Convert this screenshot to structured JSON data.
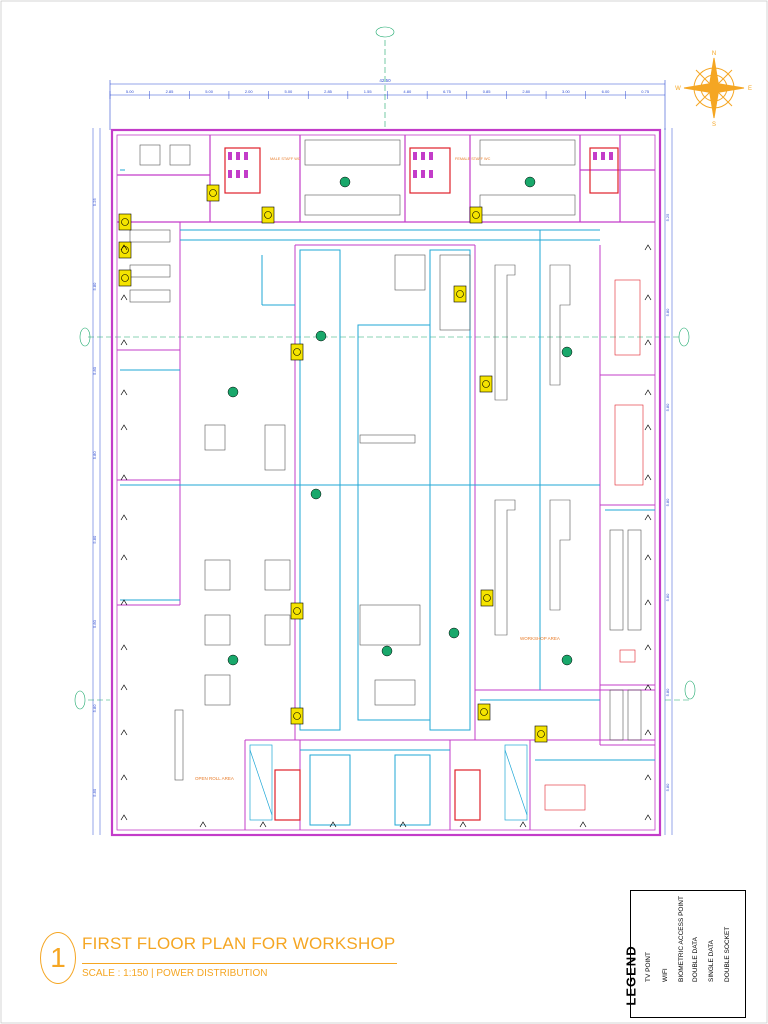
{
  "title": {
    "number": "1",
    "main": "FIRST FLOOR PLAN FOR  WORKSHOP",
    "scale": "SCALE : 1:150",
    "subtitle": "POWER DISTRIBUTION"
  },
  "legend": {
    "title": "LEGEND",
    "items": [
      {
        "label": "TV POINT",
        "symbol": "TV"
      },
      {
        "label": "WIFI",
        "symbol": "WIFI"
      },
      {
        "label": "BIOMETRIC ACCESS POINT",
        "symbol": "BIO"
      },
      {
        "label": "DOUBLE DATA",
        "symbol": "data2"
      },
      {
        "label": "SINGLE DATA",
        "symbol": "data1"
      },
      {
        "label": "DOUBLE SOCKET",
        "symbol": "socket2"
      }
    ]
  },
  "plan": {
    "overall_dim": "42.50",
    "room_labels": {
      "open_roll": "OPEN ROLL AREA",
      "workshop": "WORKSHOP AREA",
      "male_staff": "MALE STAFF WC",
      "female_staff": "FEMALE STAFF WC"
    },
    "top_dims": [
      "5.00",
      "2.85",
      "5.00",
      "2.00",
      "5.00",
      "2.85",
      "1.55",
      "4.80",
      "6.75",
      "0.85",
      "2.80",
      "3.00",
      "6.00",
      "0.75"
    ],
    "left_dims": [
      "5.25",
      "5.80",
      "5.80",
      "5.80",
      "5.80",
      "5.80",
      "5.80",
      "5.80"
    ],
    "right_dims": [
      "5.25",
      "5.80",
      "5.80",
      "5.80",
      "5.80",
      "5.80",
      "5.80"
    ]
  },
  "colors": {
    "accent": "#f5a623",
    "wall": "#c33cc9",
    "grid": "#19a86b",
    "cyan": "#1fa7d6",
    "red": "#e0202a",
    "dim": "#2d4bd1"
  }
}
